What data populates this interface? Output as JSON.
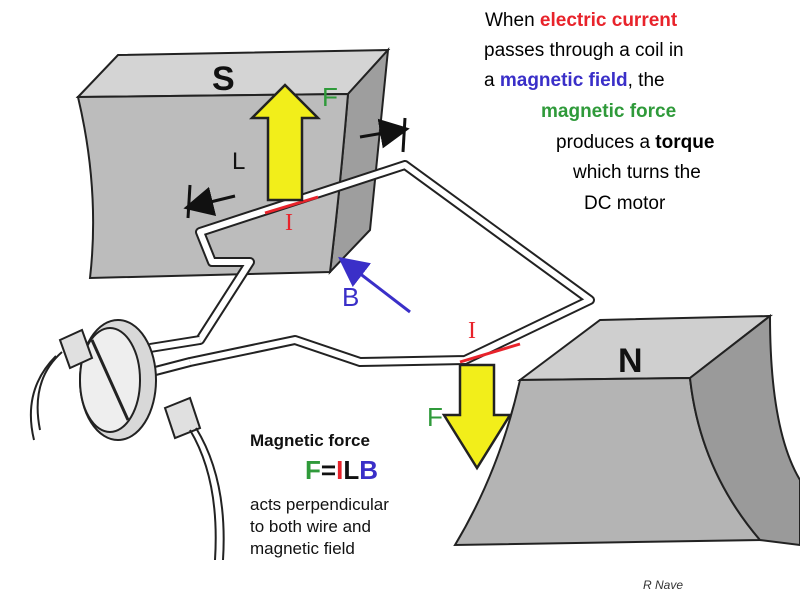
{
  "caption": {
    "line1_pre": "When ",
    "line1_em": "electric current",
    "line2": "passes through a  coil in",
    "line3_pre": "a ",
    "line3_em": "magnetic field",
    "line3_post": ", the",
    "line4_em": "magnetic force",
    "line5_pre": "produces a ",
    "line5_em": "torque",
    "line6": "which turns the",
    "line7": "DC motor"
  },
  "labels": {
    "south_pole": "S",
    "north_pole": "N",
    "force_top": "F",
    "force_bottom": "F",
    "current_top": "I",
    "current_bottom": "I",
    "field": "B",
    "length": "L"
  },
  "magnetic_force": {
    "title": "Magnetic force",
    "formula": {
      "F": "F",
      "eq": "=",
      "I": "I",
      "L": "L",
      "B": "B"
    },
    "body_line1": "acts perpendicular",
    "body_line2": "to both wire and",
    "body_line3": "magnetic field"
  },
  "credit": "R Nave",
  "colors": {
    "current": "#e8232b",
    "field": "#3a2fc8",
    "force": "#2f9a3a",
    "force_arrow_fill": "#f2ee1a",
    "magnet": "#b7b7b7"
  }
}
